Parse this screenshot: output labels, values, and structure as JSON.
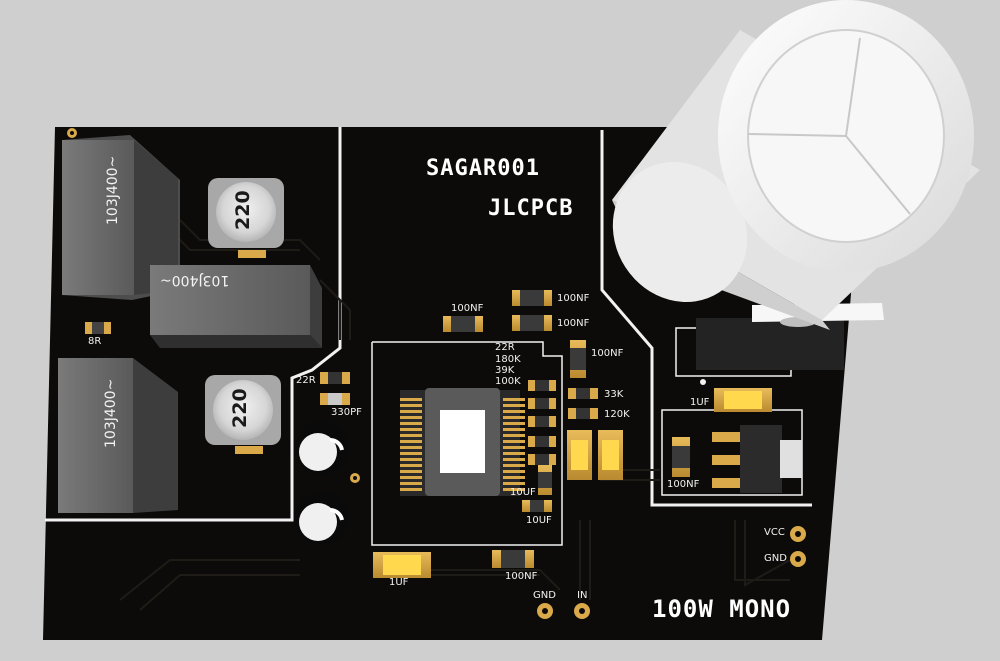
{
  "board": {
    "brand_top": "SAGAR001",
    "brand_bottom": "JLCPCB",
    "product_label": "100W MONO"
  },
  "components": {
    "film_caps": [
      "103J400~",
      "103J400~",
      "103J400~"
    ],
    "inductors": [
      "220",
      "220"
    ]
  },
  "silkscreen": {
    "r_8r": "8R",
    "r_22r_left": "22R",
    "c_330pf": "330PF",
    "c_100nf_top_left": "100NF",
    "c_100nf_top_right_1": "100NF",
    "c_100nf_top_right_2": "100NF",
    "c_100nf_right": "100NF",
    "r_22r": "22R",
    "r_180k": "180K",
    "r_39k": "39K",
    "r_100k": "100K",
    "r_33k": "33K",
    "r_120k": "120K",
    "c_10uf_a": "10UF",
    "c_10uf_b": "10UF",
    "c_1uf_bottom": "1UF",
    "c_100nf_bottom": "100NF",
    "c_1uf_right": "1UF",
    "c_100nf_reg": "100NF",
    "pad_vcc": "VCC",
    "pad_gnd": "GND",
    "pad_gnd_in": "GND",
    "pad_in": "IN"
  },
  "colors": {
    "background": "#cfcfcf",
    "pcb": "#0d0b0a",
    "silkscreen": "#f2f2f2",
    "pad_gold": "#d9a94a",
    "component_grey": "#6b6b6b"
  }
}
